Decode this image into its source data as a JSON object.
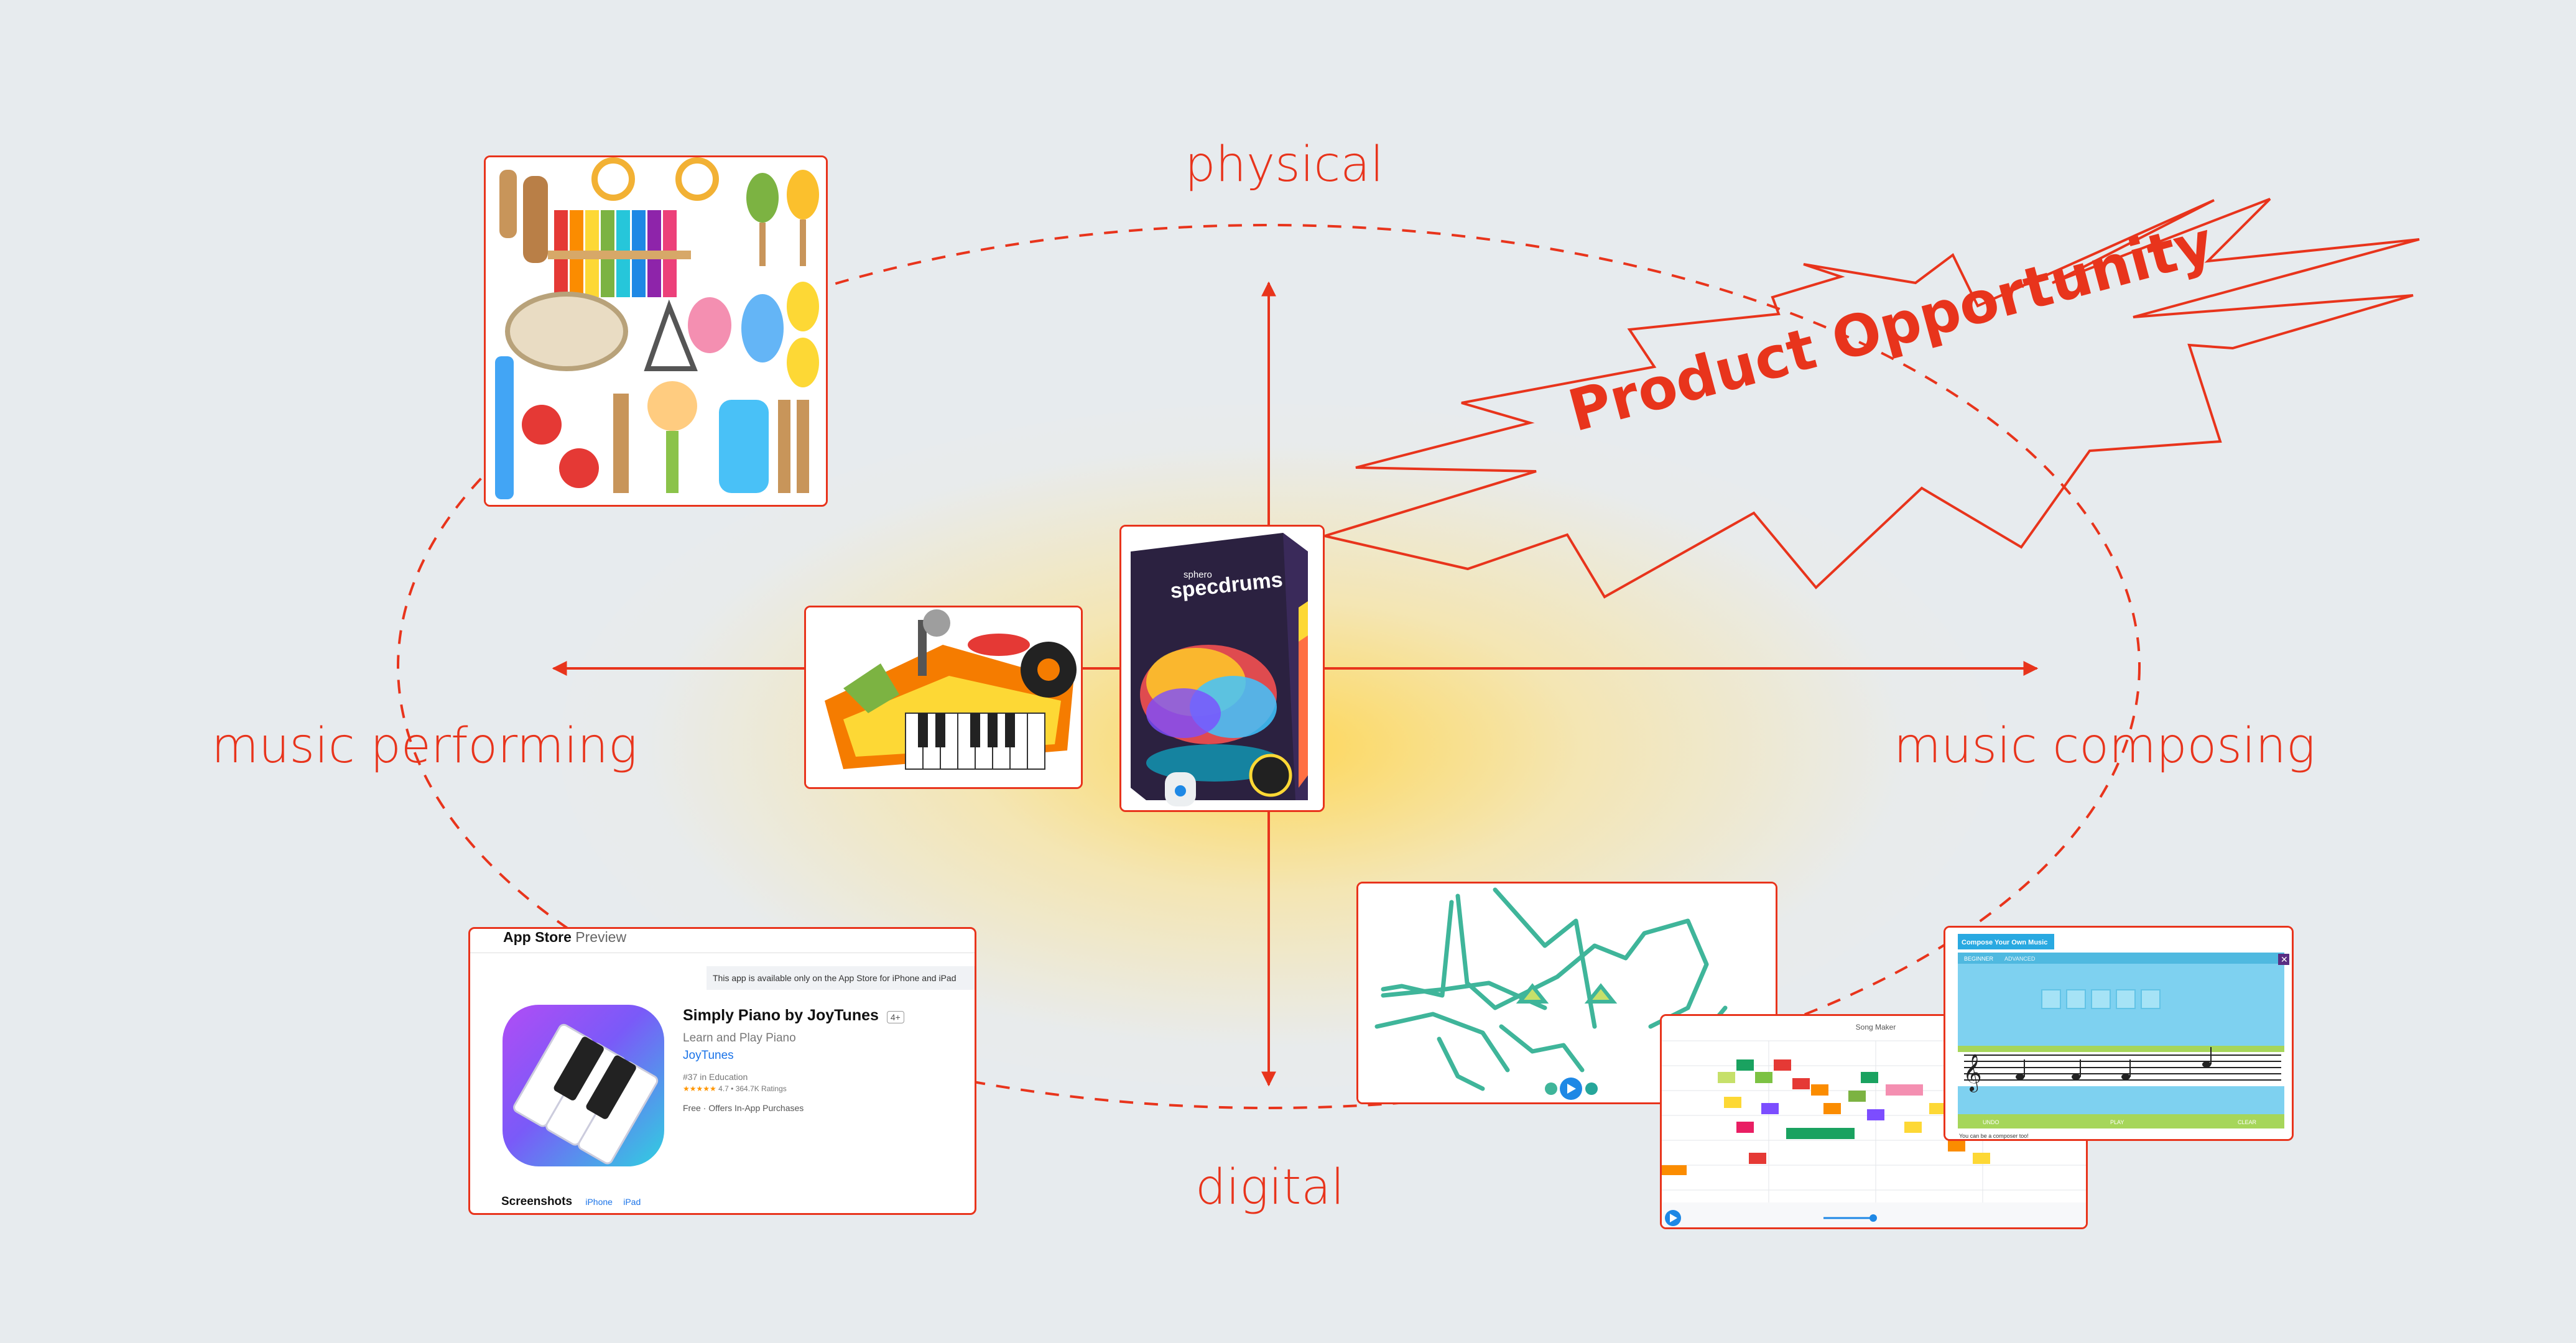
{
  "axes": {
    "top": "physical",
    "bottom": "digital",
    "left": "music performing",
    "right": "music composing"
  },
  "callout": "Product Opportunity",
  "colors": {
    "accent": "#e8341c",
    "background": "#e7ebee",
    "glow": "#ffd24a"
  },
  "cards": {
    "instruments": {
      "icon": "toy-instruments-photo"
    },
    "keyboard": {
      "icon": "toy-keyboard-photo"
    },
    "specdrums": {
      "brand": "sphero",
      "product": "specdrums"
    },
    "simply_piano": {
      "store": "App Store",
      "store_suffix": "Preview",
      "notice": "This app is available only on the App Store for iPhone and iPad",
      "app_name": "Simply Piano by JoyTunes",
      "age_badge": "4+",
      "subtitle": "Learn and Play Piano",
      "developer": "JoyTunes",
      "rank": "#37 in Education",
      "rating": "4.7 • 364.7K Ratings",
      "price": "Free · Offers In-App Purchases",
      "screenshots": "Screenshots",
      "tab_iphone": "iPhone",
      "tab_ipad": "iPad"
    },
    "song_maker": {
      "title": "Song Maker"
    },
    "compose": {
      "title": "Compose Your Own Music",
      "tab1": "BEGINNER",
      "tab2": "ADVANCED",
      "footer": "You can be a composer too!",
      "btn1": "UNDO",
      "btn2": "PLAY",
      "btn3": "CLEAR"
    }
  }
}
